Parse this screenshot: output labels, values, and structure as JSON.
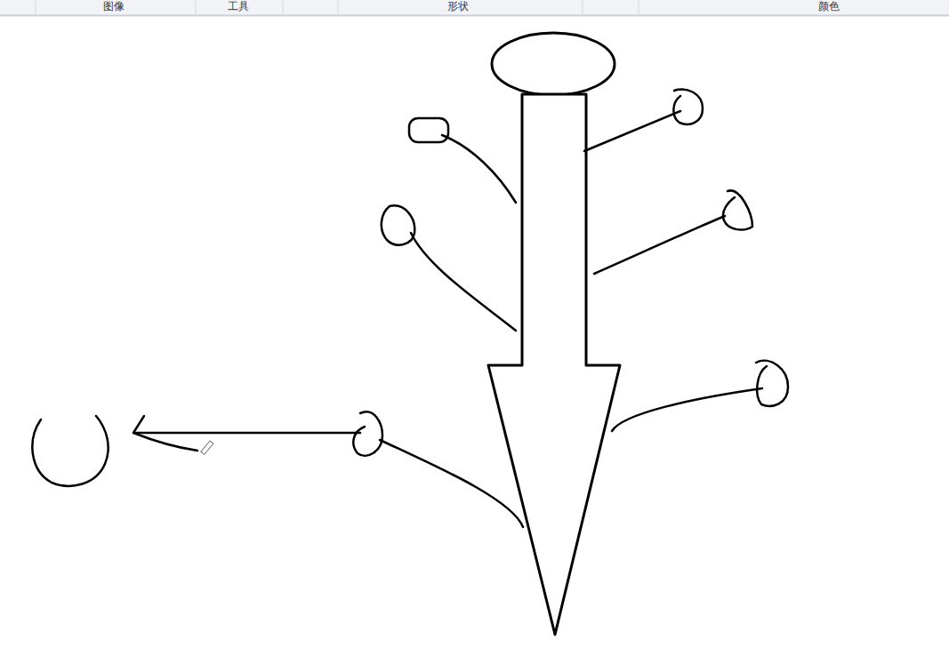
{
  "diagram": {
    "labels": [
      "图像",
      "工具",
      "形状",
      "颜色"
    ]
  }
}
